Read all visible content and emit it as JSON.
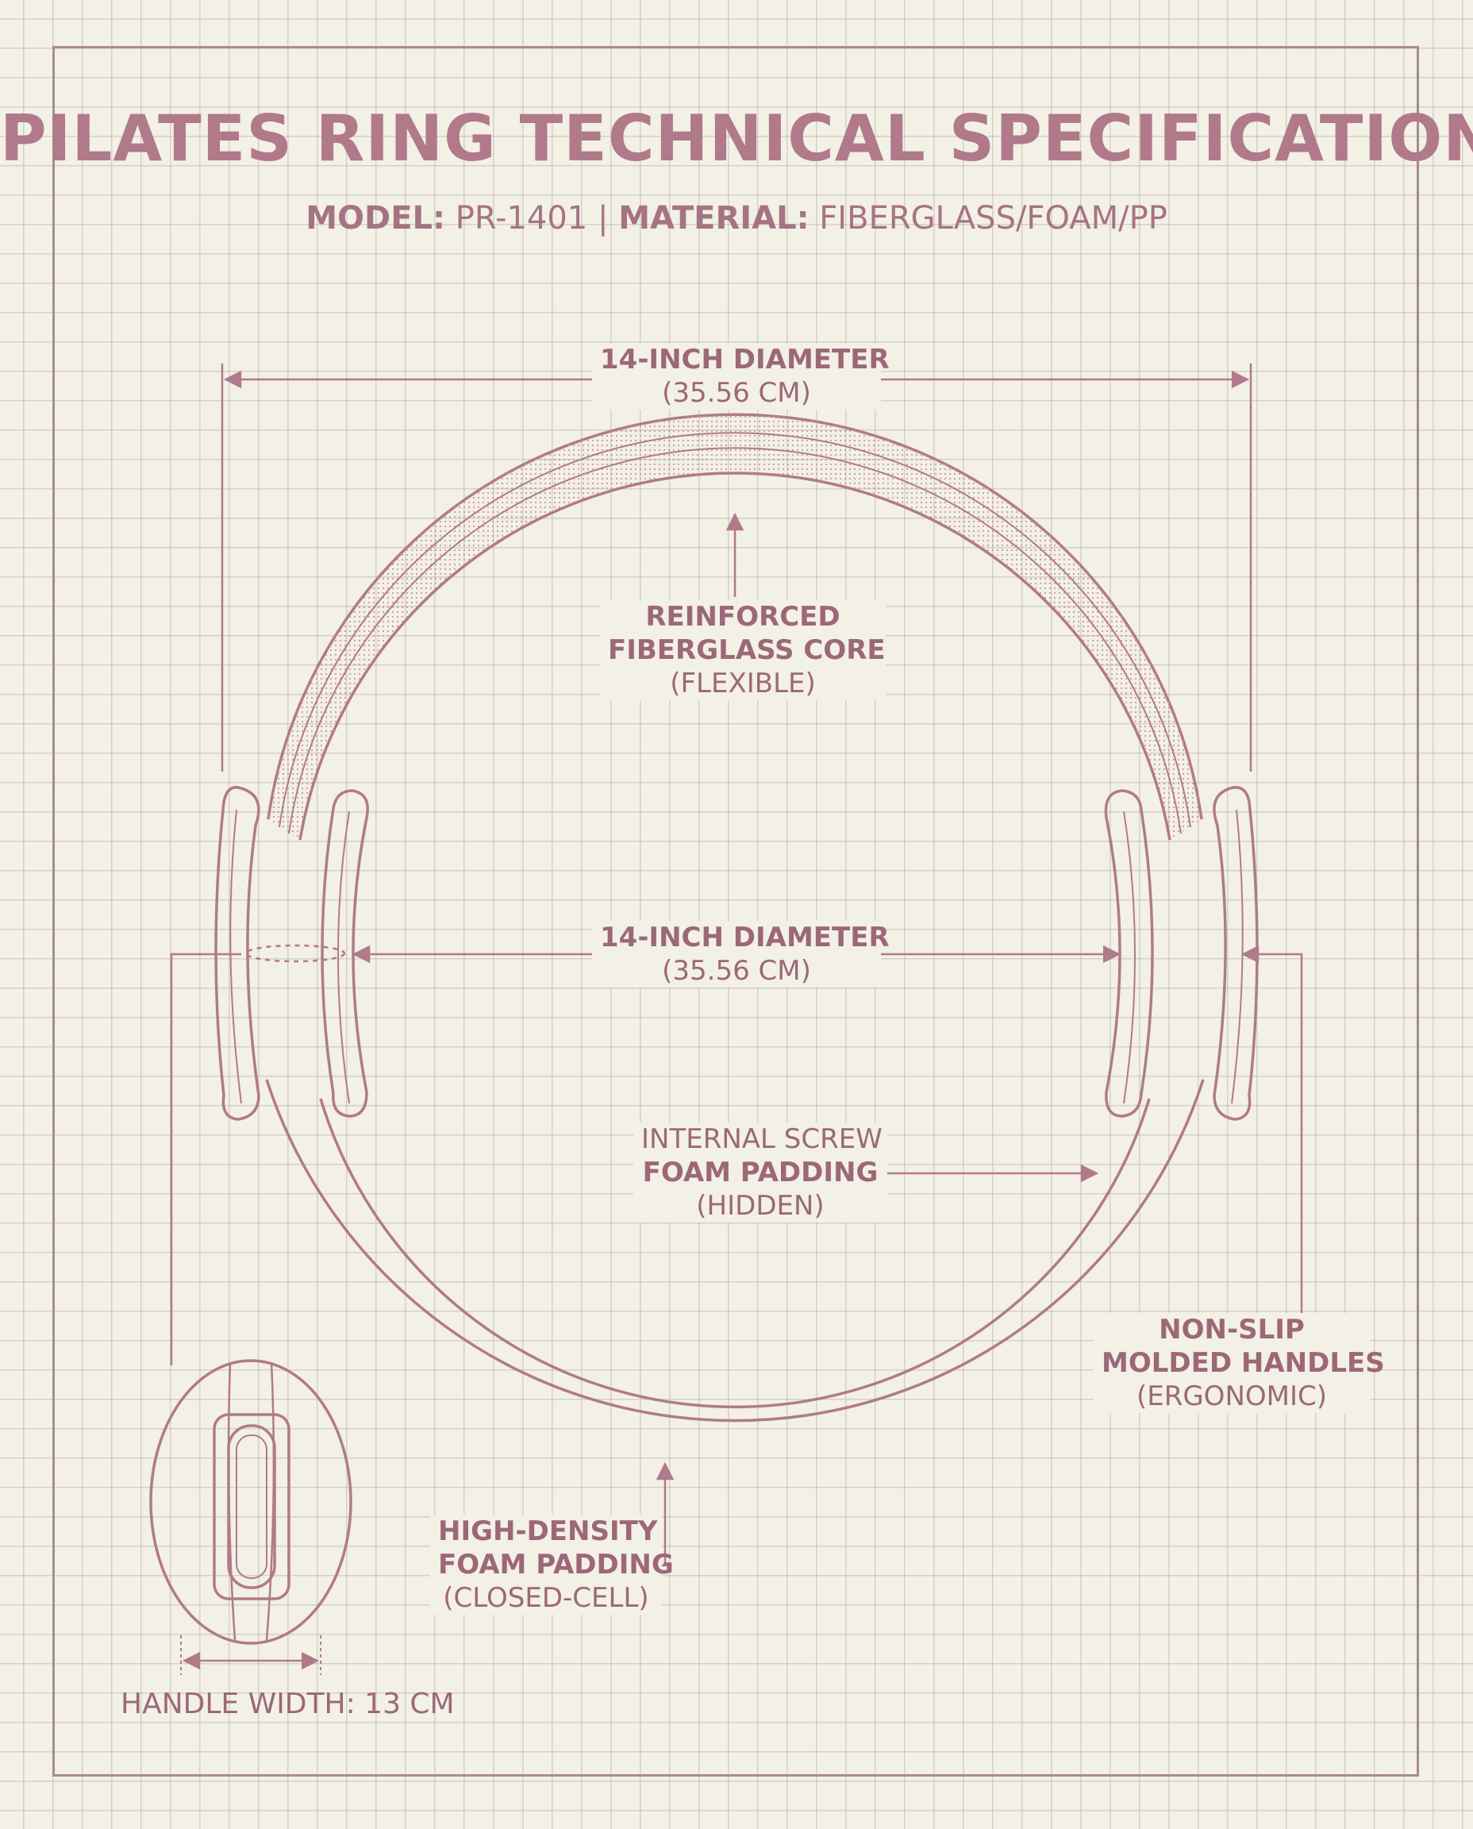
{
  "title": "PILATES RING TECHNICAL SPECIFICATION",
  "subtitle": {
    "model_key": "MODEL:",
    "model_value": "PR-1401",
    "separator": "|",
    "material_key": "MATERIAL:",
    "material_value": "FIBERGLASS/FOAM/PP"
  },
  "dimension_top": {
    "line1": "14-INCH DIAMETER",
    "line2": "(35.56 CM)"
  },
  "dimension_inner": {
    "line1": "14-INCH DIAMETER",
    "line2": "(35.56 CM)"
  },
  "core": {
    "line1": "REINFORCED",
    "line2": "FIBERGLASS CORE",
    "line3": "(FLEXIBLE)"
  },
  "screw": {
    "line1": "INTERNAL SCREW",
    "line2": "FOAM PADDING",
    "line3": "(HIDDEN)"
  },
  "handles": {
    "line1": "NON-SLIP",
    "line2": "MOLDED HANDLES",
    "line3": "(ERGONOMIC)"
  },
  "foam": {
    "line1": "HIGH-DENSITY",
    "line2": "FOAM PADDING",
    "line3": "(CLOSED-CELL)"
  },
  "handle_width": "HANDLE WIDTH: 13 CM",
  "colors": {
    "ink": "#b07a8a",
    "paper": "#f3f0e6",
    "grid": "#cfc8bd"
  }
}
